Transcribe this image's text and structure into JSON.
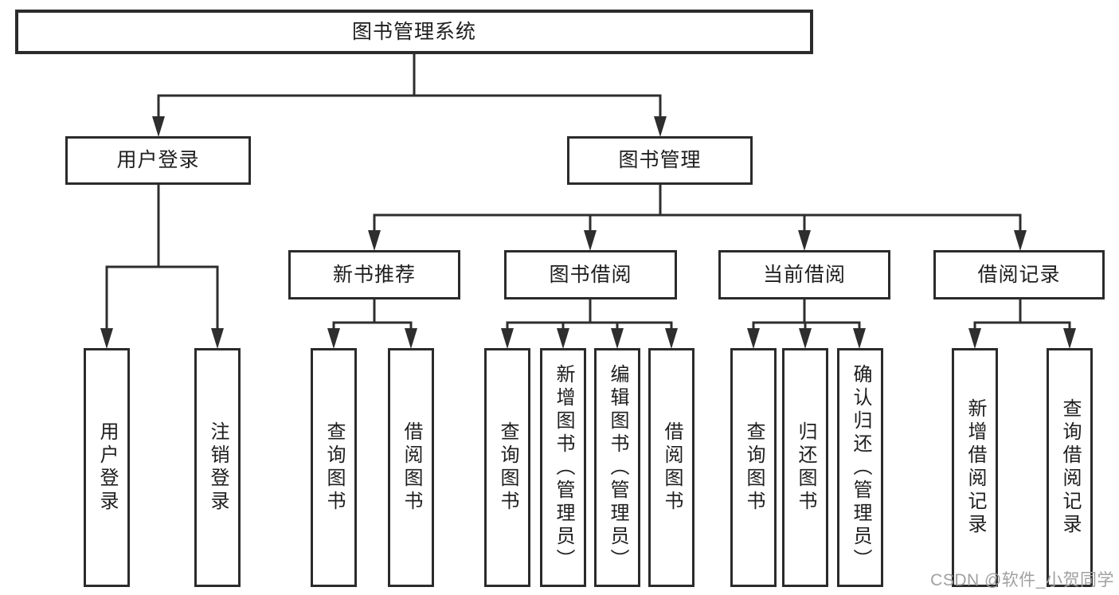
{
  "tree": {
    "root": {
      "label": "图书管理系统",
      "children": [
        {
          "label": "用户登录",
          "children": [
            {
              "label": "用户登录"
            },
            {
              "label": "注销登录"
            }
          ]
        },
        {
          "label": "图书管理",
          "children": [
            {
              "label": "新书推荐",
              "children": [
                {
                  "label": "查询图书"
                },
                {
                  "label": "借阅图书"
                }
              ]
            },
            {
              "label": "图书借阅",
              "children": [
                {
                  "label": "查询图书"
                },
                {
                  "label": "新增图书（管理员）"
                },
                {
                  "label": "编辑图书（管理员）"
                },
                {
                  "label": "借阅图书"
                }
              ]
            },
            {
              "label": "当前借阅",
              "children": [
                {
                  "label": "查询图书"
                },
                {
                  "label": "归还图书"
                },
                {
                  "label": "确认归还（管理员）"
                }
              ]
            },
            {
              "label": "借阅记录",
              "children": [
                {
                  "label": "新增借阅记录"
                },
                {
                  "label": "查询借阅记录"
                }
              ]
            }
          ]
        }
      ]
    }
  },
  "watermark": {
    "text": "CSDN @软件_小贺同学"
  },
  "colors": {
    "line_color": "#2e2e2e",
    "border_color": "#2b2b2b",
    "text_color": "#1e1e1e",
    "bg_color": "#ffffff",
    "watermark_color": "#a0a0a0"
  }
}
